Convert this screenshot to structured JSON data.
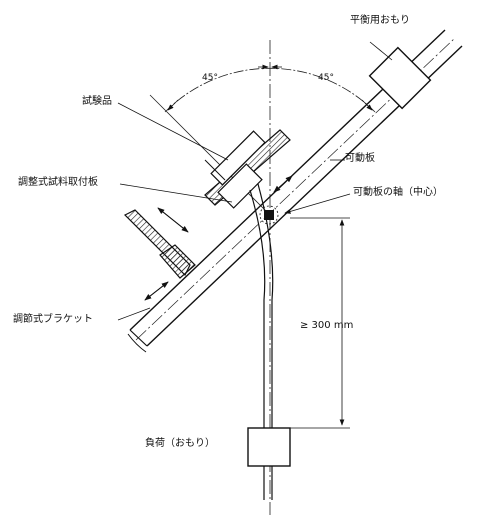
{
  "labels": {
    "counterweight": "平衡用おもり",
    "specimen": "試験品",
    "movable_plate": "可動板",
    "adjustable_mount_plate": "調整式試料取付板",
    "pivot_axis": "可動板の軸（中心）",
    "adjustable_bracket": "調節式ブラケット",
    "load_weight": "負荷（おもり）"
  },
  "angles": {
    "left": "45°",
    "right": "45°"
  },
  "dimension": {
    "min_length": "≥ 300 mm"
  }
}
